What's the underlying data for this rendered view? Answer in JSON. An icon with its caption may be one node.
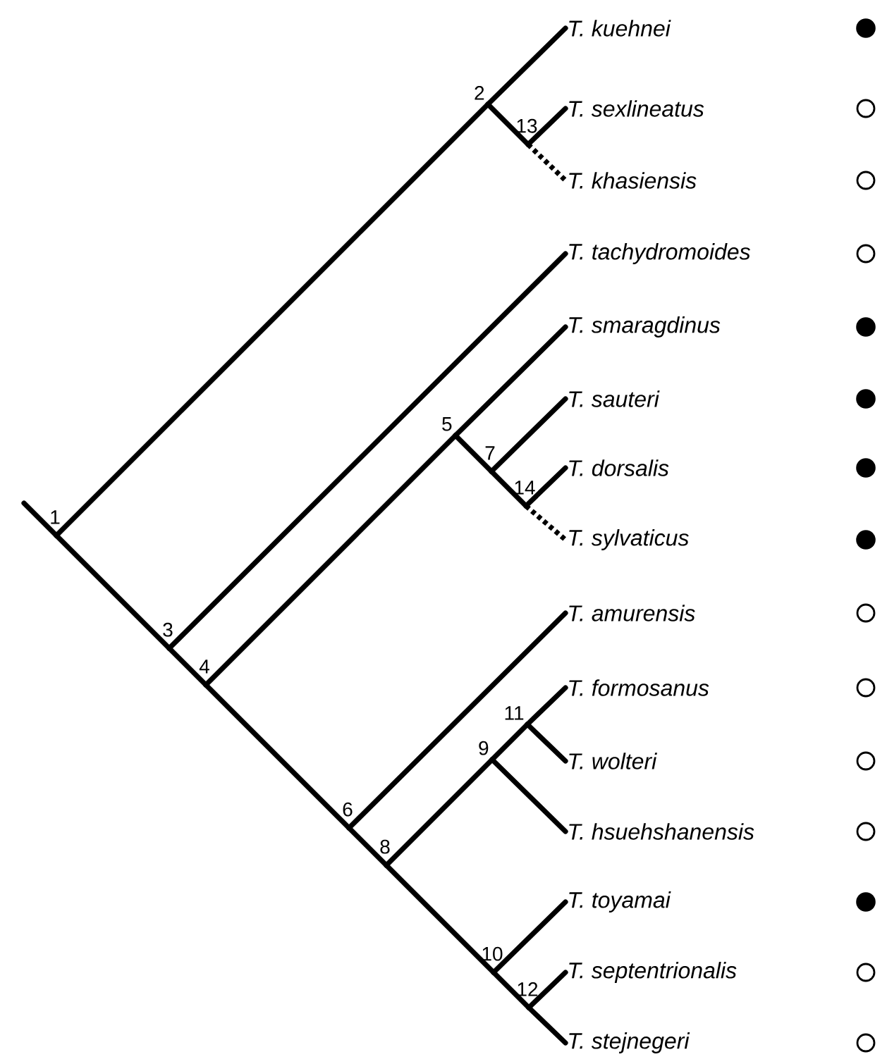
{
  "diagram": {
    "nodes": [
      {
        "text": [
          "1"
        ]
      },
      {
        "text": [
          "2"
        ]
      },
      {
        "text": [
          "3"
        ]
      },
      {
        "text": [
          "4"
        ]
      },
      {
        "text": [
          "5"
        ]
      },
      {
        "text": [
          "6"
        ]
      },
      {
        "text": [
          "7"
        ]
      },
      {
        "text": [
          "8"
        ]
      },
      {
        "text": [
          "9"
        ]
      },
      {
        "text": [
          "10"
        ]
      },
      {
        "text": [
          "11"
        ]
      },
      {
        "text": [
          "12"
        ]
      },
      {
        "text": [
          "13"
        ]
      },
      {
        "text": [
          "14"
        ]
      },
      {
        "text": [
          "T. kuehnei"
        ]
      },
      {
        "text": [
          "T. sexlineatus"
        ]
      },
      {
        "text": [
          "T. khasiensis"
        ]
      },
      {
        "text": [
          "T. tachydromoides"
        ]
      },
      {
        "text": [
          "T. smaragdinus"
        ]
      },
      {
        "text": [
          "T. sauteri"
        ]
      },
      {
        "text": [
          "T. dorsalis"
        ]
      },
      {
        "text": [
          "T. sylvaticus"
        ]
      },
      {
        "text": [
          "T. amurensis"
        ]
      },
      {
        "text": [
          "T. formosanus"
        ]
      },
      {
        "text": [
          "T. wolteri"
        ]
      },
      {
        "text": [
          "T. hsuehshanensis"
        ]
      },
      {
        "text": [
          "T. toyamai"
        ]
      },
      {
        "text": [
          "T. septentrionalis"
        ]
      },
      {
        "text": [
          "T. stejnegeri"
        ]
      },
      {
        "text": [],
        "shape": "dot"
      },
      {
        "text": [],
        "shape": "circle"
      },
      {
        "text": [],
        "shape": "circle"
      },
      {
        "text": [],
        "shape": "circle"
      },
      {
        "text": [],
        "shape": "dot"
      },
      {
        "text": [],
        "shape": "dot"
      },
      {
        "text": [],
        "shape": "dot"
      },
      {
        "text": [],
        "shape": "dot"
      },
      {
        "text": [],
        "shape": "circle"
      },
      {
        "text": [],
        "shape": "circle"
      },
      {
        "text": [],
        "shape": "circle"
      },
      {
        "text": [],
        "shape": "circle"
      },
      {
        "text": [],
        "shape": "dot"
      },
      {
        "text": [],
        "shape": "circle"
      },
      {
        "text": [],
        "shape": "circle"
      }
    ],
    "edges": [
      {
        "from": null,
        "to": 0,
        "arrow": "none"
      },
      {
        "from": 0,
        "to": 1,
        "arrow": "none"
      },
      {
        "from": 1,
        "to": 14,
        "arrow": "none"
      },
      {
        "from": 1,
        "to": 12,
        "arrow": "none"
      },
      {
        "from": 12,
        "to": 15,
        "arrow": "none"
      },
      {
        "from": 12,
        "to": 16,
        "arrow": "none",
        "style": "dashed"
      },
      {
        "from": 0,
        "to": 2,
        "arrow": "none"
      },
      {
        "from": 2,
        "to": 17,
        "arrow": "none"
      },
      {
        "from": 2,
        "to": 3,
        "arrow": "none"
      },
      {
        "from": 3,
        "to": 4,
        "arrow": "none"
      },
      {
        "from": 4,
        "to": 18,
        "arrow": "none"
      },
      {
        "from": 4,
        "to": 6,
        "arrow": "none"
      },
      {
        "from": 6,
        "to": 19,
        "arrow": "none"
      },
      {
        "from": 6,
        "to": 13,
        "arrow": "none"
      },
      {
        "from": 13,
        "to": 20,
        "arrow": "none"
      },
      {
        "from": 13,
        "to": 21,
        "arrow": "none",
        "style": "dashed"
      },
      {
        "from": 3,
        "to": 5,
        "arrow": "none"
      },
      {
        "from": 5,
        "to": 22,
        "arrow": "none"
      },
      {
        "from": 5,
        "to": 7,
        "arrow": "none"
      },
      {
        "from": 7,
        "to": 8,
        "arrow": "none"
      },
      {
        "from": 8,
        "to": 10,
        "arrow": "none"
      },
      {
        "from": 10,
        "to": 23,
        "arrow": "none"
      },
      {
        "from": 10,
        "to": 24,
        "arrow": "none"
      },
      {
        "from": 8,
        "to": 25,
        "arrow": "none"
      },
      {
        "from": 7,
        "to": 9,
        "arrow": "none"
      },
      {
        "from": 9,
        "to": 26,
        "arrow": "none"
      },
      {
        "from": 9,
        "to": 11,
        "arrow": "none"
      },
      {
        "from": 11,
        "to": 27,
        "arrow": "none"
      },
      {
        "from": 11,
        "to": 28,
        "arrow": "none"
      }
    ]
  }
}
